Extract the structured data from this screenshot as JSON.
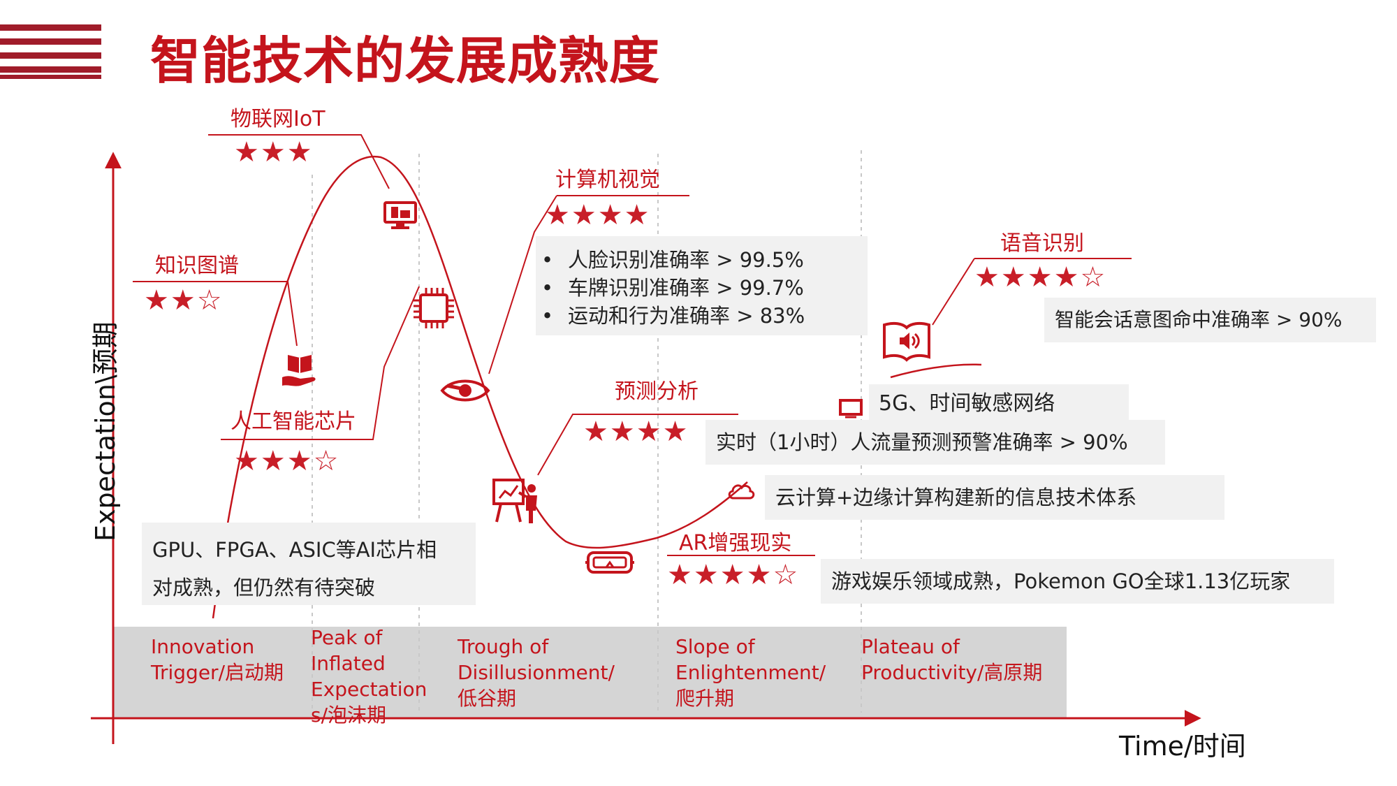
{
  "header": {
    "title": "智能技术的发展成熟度"
  },
  "axes": {
    "y_label": "Expectation\\预期",
    "x_label": "Time/时间"
  },
  "technologies": [
    {
      "id": "iot",
      "label": "物联网IoT",
      "rating": 3,
      "max": 3
    },
    {
      "id": "kg",
      "label": "知识图谱",
      "rating": 2,
      "max": 3
    },
    {
      "id": "ai_chip",
      "label": "人工智能芯片",
      "rating": 3,
      "max": 4
    },
    {
      "id": "cv",
      "label": "计算机视觉",
      "rating": 4,
      "max": 4
    },
    {
      "id": "predict",
      "label": "预测分析",
      "rating": 4,
      "max": 4
    },
    {
      "id": "ar",
      "label": "AR增强现实",
      "rating": 4,
      "max": 5
    },
    {
      "id": "speech",
      "label": "语音识别",
      "rating": 4,
      "max": 5
    }
  ],
  "notes": {
    "cv": [
      "人脸识别准确率 > 99.5%",
      "车牌识别准确率 > 99.7%",
      "运动和行为准确率 > 83%"
    ],
    "speech": "智能会话意图命中准确率 > 90%",
    "5g": "5G、时间敏感网络",
    "predict": "实时（1小时）人流量预测预警准确率 > 90%",
    "cloud": "云计算+边缘计算构建新的信息技术体系",
    "ar": "游戏娱乐领域成熟，Pokemon GO全球1.13亿玩家",
    "gpu_line1": "GPU、FPGA、ASIC等AI芯片相",
    "gpu_line2": "对成熟，但仍然有待突破"
  },
  "stages": [
    {
      "id": "innovation",
      "label": "Innovation\nTrigger/启动期"
    },
    {
      "id": "peak",
      "label": "Peak of\nInflated\nExpectation\ns/泡沫期"
    },
    {
      "id": "trough",
      "label": "Trough of\nDisillusionment/\n低谷期"
    },
    {
      "id": "slope",
      "label": "Slope of\nEnlightenment/\n爬升期"
    },
    {
      "id": "plateau",
      "label": "Plateau of\nProductivity/高原期"
    }
  ],
  "icons": {
    "iot": "monitor-icon",
    "kg": "book-hand-icon",
    "ai_chip": "chip-icon",
    "cv": "eye-icon",
    "predict": "presentation-icon",
    "ar": "vr-headset-icon",
    "speech": "audio-book-icon",
    "5g": "screen-icon",
    "cloud": "cloud-icon"
  },
  "colors": {
    "accent": "#c4141c",
    "stripe": "#a01c2a",
    "band": "#d5d5d5",
    "note_bg": "#f1f1f1"
  }
}
